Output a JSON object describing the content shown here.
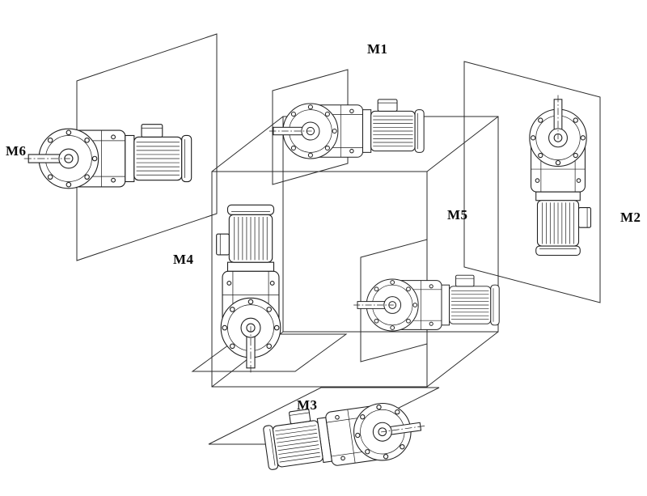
{
  "figure": {
    "labels": {
      "m1": "M1",
      "m2": "M2",
      "m3": "M3",
      "m4": "M4",
      "m5": "M5",
      "m6": "M6"
    }
  },
  "colors": {
    "line": "#1f1f1f",
    "background": "#ffffff"
  }
}
